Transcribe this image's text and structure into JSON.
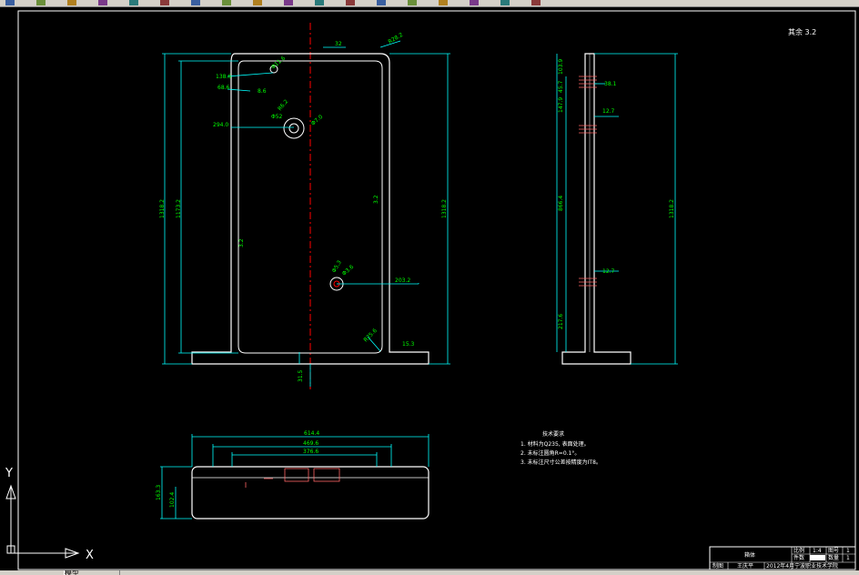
{
  "toolbar": {
    "icons": [
      "new-icon",
      "open-icon",
      "save-icon",
      "print-icon",
      "undo-icon",
      "redo-icon",
      "pan-icon",
      "zoom-icon",
      "properties-icon",
      "layer-icon",
      "match-icon",
      "cut-icon",
      "copy-icon",
      "paste-icon",
      "help-icon",
      "dimension-icon",
      "text-icon",
      "block-icon"
    ]
  },
  "colors": {
    "outline": "#ffffff",
    "dim": "#00ff00",
    "frame": "#00ffff",
    "center": "#ff0000",
    "background": "#000000"
  },
  "drawing": {
    "roughness_note": "其余 3.2",
    "front": {
      "dims": {
        "width_top": "32",
        "radius_top": "R28.2",
        "height_outer": "1318.2",
        "height_inner": "1173.2",
        "height_right": "1318.2",
        "d1": "138.6",
        "d2": "68.6",
        "d3": "8.6",
        "hole1": "Φ11.6",
        "hole_center_a": "294.0",
        "hole_center_b": "Φ52",
        "hole_center_c": "R6.2",
        "hole_center_d": "Φ7.0",
        "t_left": "3.2",
        "t_right": "3.2",
        "lower_hole_a": "Φ5.3",
        "lower_hole_b": "Φ3.6",
        "lower_offset": "203.2",
        "radius_bottom": "R25.6",
        "flange": "15.3",
        "center_offset": "31.5"
      }
    },
    "side": {
      "dims": {
        "top": "103.9",
        "a1": "45.7",
        "a2": "147.9",
        "a3": "38.1",
        "b1": "12.7",
        "mid": "866.4",
        "b2": "12.7",
        "bottom": "217.6",
        "height_right": "1318.2"
      }
    },
    "bottom": {
      "dims": {
        "w1": "614.4",
        "w2": "469.6",
        "w3": "376.6",
        "h1": "163.3",
        "h2": "102.4"
      }
    },
    "notes": {
      "title": "技术要求",
      "lines": [
        "1. 材料为Q235, 表面处理。",
        "2. 未标注圆角R=0.1°。",
        "3. 未标注尺寸公差按精度为IT8。"
      ]
    },
    "titleblock": {
      "name": "箱体",
      "cells": [
        "比例",
        "1:4",
        "图号",
        "1",
        "件数",
        "数量",
        "1"
      ],
      "drawn": "制图",
      "designer": "王庆平",
      "date": "2012年4月",
      "school": "宁波职业技术学院"
    },
    "ucs": {
      "x": "X",
      "y": "Y"
    }
  },
  "tabs": {
    "model": "模型"
  }
}
